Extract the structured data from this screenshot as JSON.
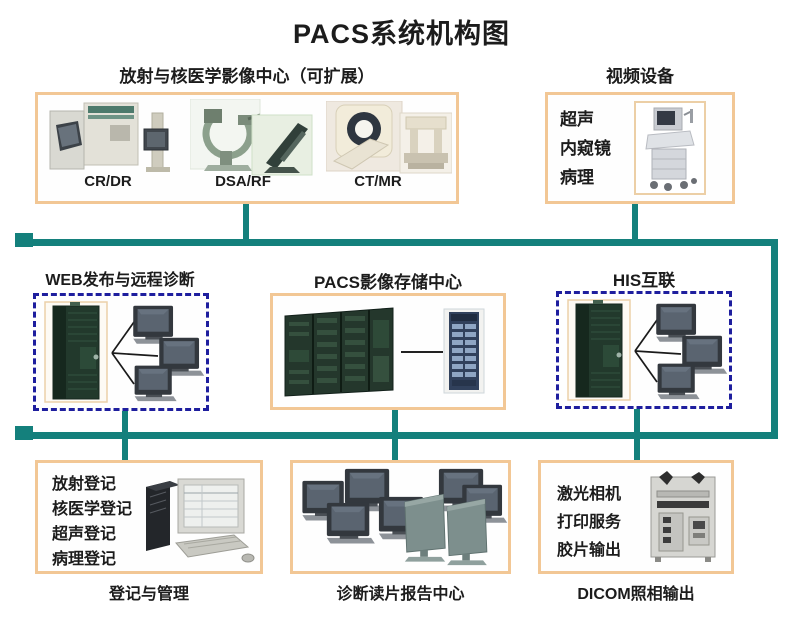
{
  "title": "PACS系统机构图",
  "colors": {
    "bus": "#14807c",
    "box_border": "#f2c795",
    "dashed_border": "#1e1e9e"
  },
  "top_left": {
    "heading": "放射与核医学影像中心（可扩展）",
    "devices": [
      {
        "label": "CR/DR"
      },
      {
        "label": "DSA/RF"
      },
      {
        "label": "CT/MR"
      }
    ]
  },
  "top_right": {
    "heading": "视频设备",
    "lines": [
      "超声",
      "内窥镜",
      "病理"
    ]
  },
  "middle": {
    "web": {
      "heading": "WEB发布与远程诊断"
    },
    "pacs": {
      "heading": "PACS影像存储中心"
    },
    "his": {
      "heading": "HIS互联"
    }
  },
  "bottom": {
    "register": {
      "lines": [
        "放射登记",
        "核医学登记",
        "超声登记",
        "病理登记"
      ],
      "caption": "登记与管理"
    },
    "diagnosis": {
      "caption": "诊断读片报告中心"
    },
    "dicom": {
      "lines": [
        "激光相机",
        "打印服务",
        "胶片输出"
      ],
      "caption": "DICOM照相输出"
    }
  }
}
